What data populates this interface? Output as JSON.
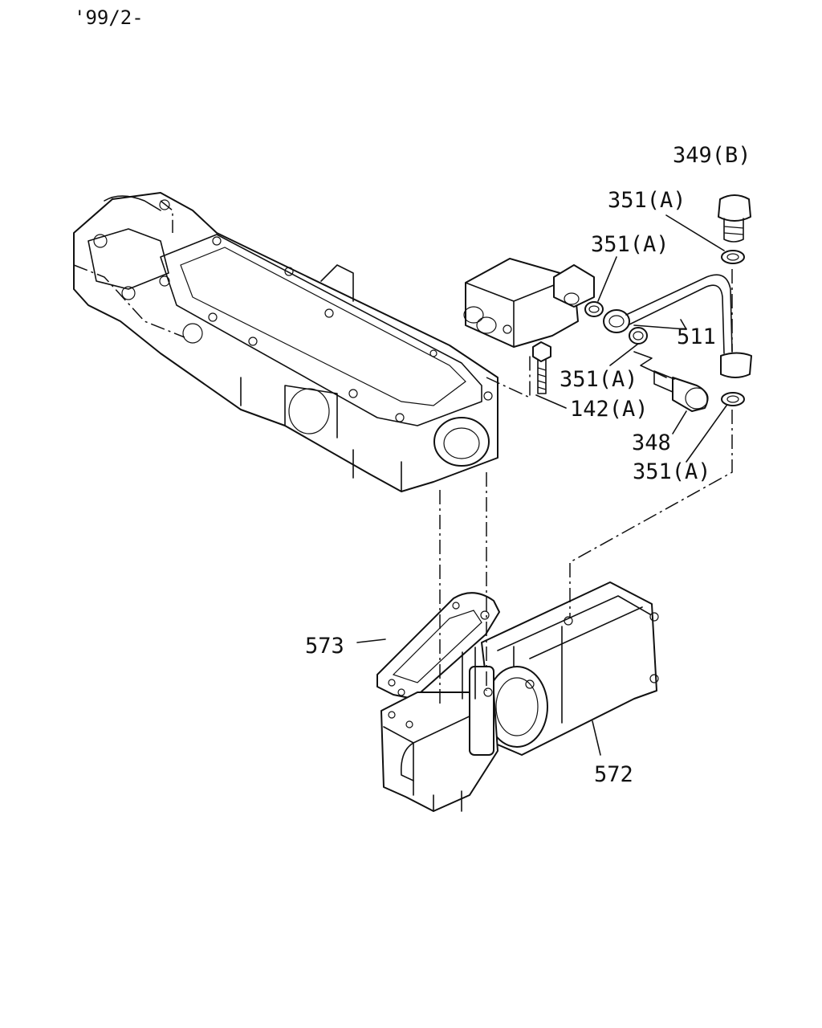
{
  "header": {
    "date_code": "'99/2-"
  },
  "callouts": [
    {
      "id": "349B",
      "text": "349(B)"
    },
    {
      "id": "351A_1",
      "text": "351(A)"
    },
    {
      "id": "351A_2",
      "text": "351(A)"
    },
    {
      "id": "511",
      "text": "511"
    },
    {
      "id": "351A_3",
      "text": "351(A)"
    },
    {
      "id": "142A",
      "text": "142(A)"
    },
    {
      "id": "348",
      "text": "348"
    },
    {
      "id": "351A_4",
      "text": "351(A)"
    },
    {
      "id": "573",
      "text": "573"
    },
    {
      "id": "572",
      "text": "572"
    }
  ]
}
